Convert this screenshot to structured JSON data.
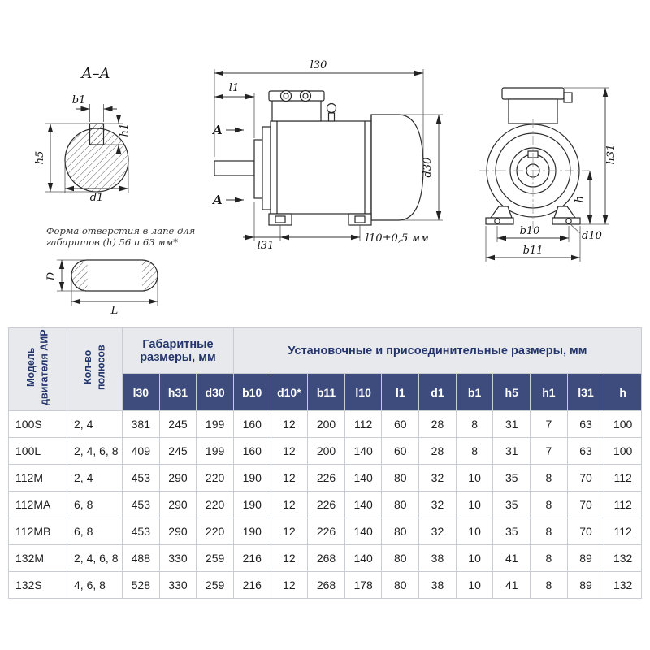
{
  "colors": {
    "subheader_bg": "#3d4c7c",
    "subheader_text": "#ffffff",
    "header_bg": "#e8e9ec",
    "header_text": "#23356b",
    "border": "#c9cdd3",
    "body_text": "#1f1f1f",
    "line": "#2a2a2a"
  },
  "drawing": {
    "section_label": "A–A",
    "labels": {
      "b1": "b1",
      "h1": "h1",
      "h5": "h5",
      "d1": "d1",
      "note_line1": "Форма отверстия в лапе для",
      "note_line2": "габаритов (h) 56 и 63 мм*",
      "D": "D",
      "L": "L",
      "l30": "l30",
      "l1": "l1",
      "A": "A",
      "d30": "d30",
      "l31": "l31",
      "l10": "l10±0,5 мм",
      "h31": "h31",
      "h": "h",
      "b10": "b10",
      "d10": "d10",
      "b11": "b11"
    }
  },
  "table": {
    "model_header": "Модель двигателя АИР",
    "poles_header": "Кол-во полюсов",
    "group_overall": "Габаритные размеры, мм",
    "group_mounting": "Установочные и присоединительные размеры, мм",
    "dim_columns": [
      "l30",
      "h31",
      "d30",
      "b10",
      "d10*",
      "b11",
      "l10",
      "l1",
      "d1",
      "b1",
      "h5",
      "h1",
      "l31",
      "h"
    ],
    "rows": [
      {
        "model": "100S",
        "poles": "2, 4",
        "values": [
          "381",
          "245",
          "199",
          "160",
          "12",
          "200",
          "112",
          "60",
          "28",
          "8",
          "31",
          "7",
          "63",
          "100"
        ]
      },
      {
        "model": "100L",
        "poles": "2, 4, 6, 8",
        "values": [
          "409",
          "245",
          "199",
          "160",
          "12",
          "200",
          "140",
          "60",
          "28",
          "8",
          "31",
          "7",
          "63",
          "100"
        ]
      },
      {
        "model": "112M",
        "poles": "2, 4",
        "values": [
          "453",
          "290",
          "220",
          "190",
          "12",
          "226",
          "140",
          "80",
          "32",
          "10",
          "35",
          "8",
          "70",
          "112"
        ]
      },
      {
        "model": "112MA",
        "poles": "6, 8",
        "values": [
          "453",
          "290",
          "220",
          "190",
          "12",
          "226",
          "140",
          "80",
          "32",
          "10",
          "35",
          "8",
          "70",
          "112"
        ]
      },
      {
        "model": "112MB",
        "poles": "6, 8",
        "values": [
          "453",
          "290",
          "220",
          "190",
          "12",
          "226",
          "140",
          "80",
          "32",
          "10",
          "35",
          "8",
          "70",
          "112"
        ]
      },
      {
        "model": "132M",
        "poles": "2, 4, 6, 8",
        "values": [
          "488",
          "330",
          "259",
          "216",
          "12",
          "268",
          "140",
          "80",
          "38",
          "10",
          "41",
          "8",
          "89",
          "132"
        ]
      },
      {
        "model": "132S",
        "poles": "4, 6, 8",
        "values": [
          "528",
          "330",
          "259",
          "216",
          "12",
          "268",
          "178",
          "80",
          "38",
          "10",
          "41",
          "8",
          "89",
          "132"
        ]
      }
    ]
  }
}
